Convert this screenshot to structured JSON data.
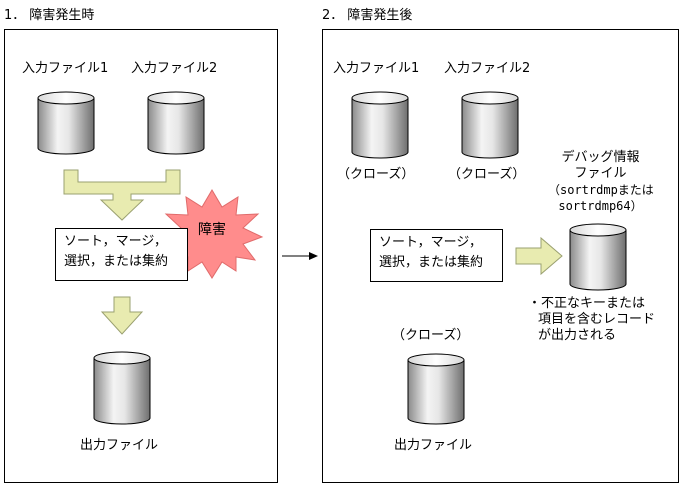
{
  "before": {
    "title": "1． 障害発生時",
    "input1": "入力ファイル1",
    "input2": "入力ファイル2",
    "process_line1": "ソート，マージ，",
    "process_line2": "選択，または集約",
    "failure": "障害",
    "output": "出力ファイル"
  },
  "after": {
    "title": "2． 障害発生後",
    "input1": "入力ファイル1",
    "input2": "入力ファイル2",
    "close1": "（クローズ）",
    "close2": "（クローズ）",
    "close3": "（クローズ）",
    "debug_line1": "デバッグ情報",
    "debug_line2": "ファイル",
    "debug_line3": "（sortrdmpまたは",
    "debug_line4": "sortrdmp64）",
    "process_line1": "ソート，マージ，",
    "process_line2": "選択，または集約",
    "note_line1": "・不正なキーまたは",
    "note_line2": "項目を含むレコード",
    "note_line3": "が出力される",
    "output": "出力ファイル"
  },
  "colors": {
    "arrow_fill": "#e8ebb0",
    "arrow_stroke": "#9aa070",
    "burst_fill": "#ff8c8c",
    "cylinder_light": "#ffffff",
    "cylinder_dark": "#7e7e7e"
  },
  "icons": [
    "cylinder-icon",
    "block-arrow-icon",
    "failure-burst-icon",
    "flow-arrow-icon"
  ]
}
